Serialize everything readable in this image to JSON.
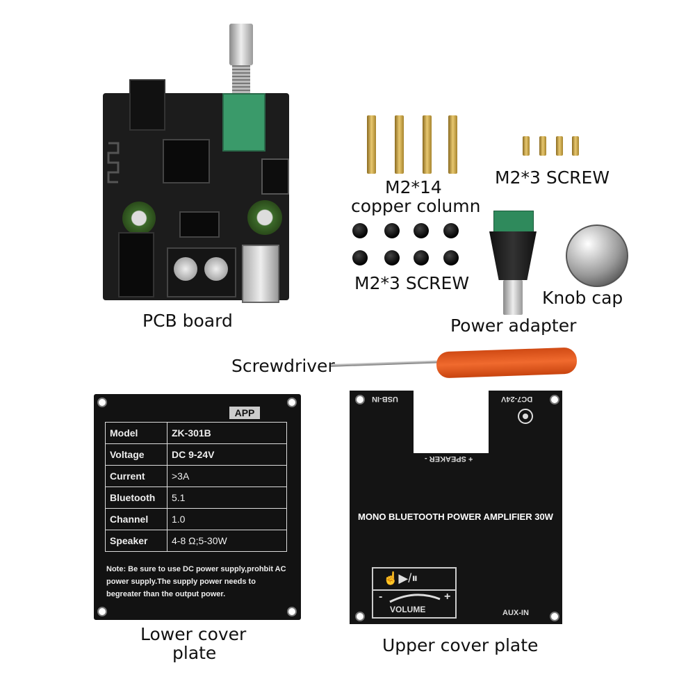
{
  "labels": {
    "pcb": "PCB board",
    "copper_line1": "M2*14",
    "copper_line2": "copper column",
    "screw_top": "M2*3 SCREW",
    "screw_black": "M2*3 SCREW",
    "knob": "Knob cap",
    "adapter": "Power adapter",
    "screwdriver": "Screwdriver",
    "lower_line1": "Lower cover",
    "lower_line2": "plate",
    "upper": "Upper cover plate"
  },
  "lower_plate": {
    "app": "APP",
    "rows": [
      {
        "key": "Model",
        "value": "ZK-301B"
      },
      {
        "key": "Voltage",
        "value": "DC 9-24V"
      },
      {
        "key": "Current",
        "value": ">3A"
      },
      {
        "key": "Bluetooth",
        "value": "5.1"
      },
      {
        "key": "Channel",
        "value": "1.0"
      },
      {
        "key": "Speaker",
        "value": "4-8 Ω;5-30W"
      }
    ],
    "note": "Note: Be sure to use DC power supply,prohbit AC power supply.The supply power needs to begreater than the output power."
  },
  "upper_plate": {
    "title": "MONO BLUETOOTH POWER AMPLIFIER 30W",
    "usb": "USB-IN",
    "dc": "DC7-24V",
    "speaker": "+ SPEAKER -",
    "aux": "AUX-IN",
    "volume": "VOLUME",
    "minus": "-",
    "plus": "+"
  },
  "colors": {
    "board": "#1c1c1c",
    "screwdriver_handle": "#f05a1e",
    "connector_green": "#2f8a5c",
    "brass": "#c9a24a"
  }
}
